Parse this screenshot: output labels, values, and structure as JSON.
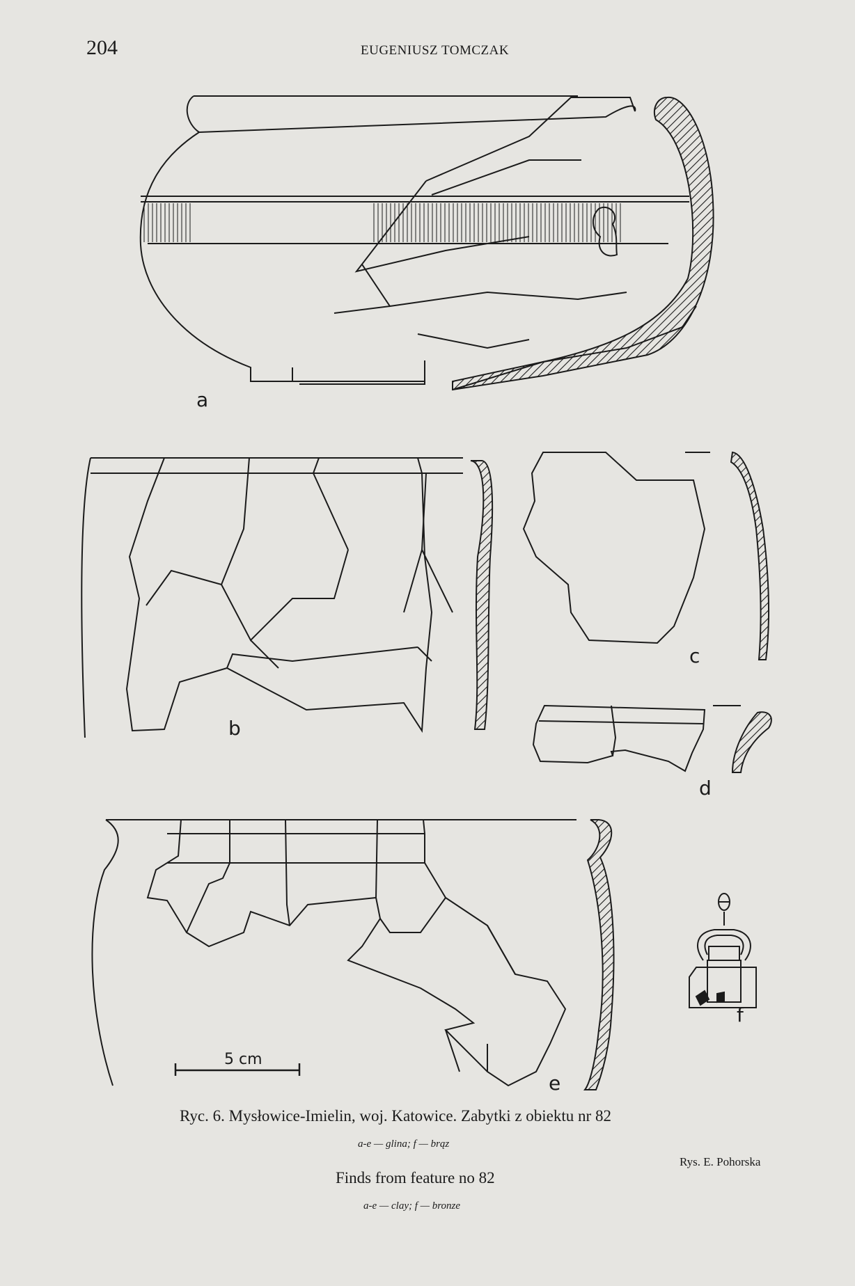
{
  "header": {
    "page_number": "204",
    "running_head": "EUGENIUSZ TOMCZAK"
  },
  "figure": {
    "labels": {
      "a": "a",
      "b": "b",
      "c": "c",
      "d": "d",
      "e": "e",
      "f": "f"
    },
    "scale_bar": "5 cm"
  },
  "caption": {
    "polish_title": "Ryc. 6. Mysłowice-Imielin, woj. Katowice. Zabytki z obiektu nr 82",
    "polish_legend": "a-e — glina; f — brąz",
    "english_title": "Finds from feature no 82",
    "english_legend": "a-e — clay; f — bronze"
  },
  "credit": "Rys. E. Pohorska"
}
